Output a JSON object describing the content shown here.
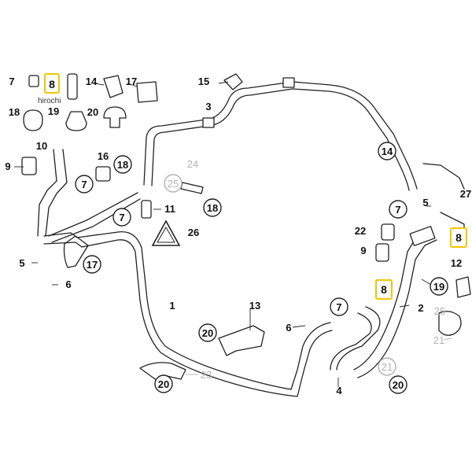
{
  "watermark": "hirochi",
  "colors": {
    "highlight": "#f5c400",
    "line": "#222222",
    "gray": "#b3b3b3"
  },
  "callouts": [
    {
      "id": "c1",
      "text": "1",
      "style": "plain"
    },
    {
      "id": "c2",
      "text": "2",
      "style": "plain"
    },
    {
      "id": "c3",
      "text": "3",
      "style": "plain"
    },
    {
      "id": "c4",
      "text": "4",
      "style": "plain"
    },
    {
      "id": "c5a",
      "text": "5",
      "style": "plain"
    },
    {
      "id": "c5b",
      "text": "5",
      "style": "plain"
    },
    {
      "id": "c6a",
      "text": "6",
      "style": "plain"
    },
    {
      "id": "c6b",
      "text": "6",
      "style": "plain"
    },
    {
      "id": "c7a",
      "text": "7",
      "style": "plain"
    },
    {
      "id": "c7b",
      "text": "7",
      "style": "circle"
    },
    {
      "id": "c7c",
      "text": "7",
      "style": "circle"
    },
    {
      "id": "c7d",
      "text": "7",
      "style": "circle"
    },
    {
      "id": "c7e",
      "text": "7",
      "style": "circle"
    },
    {
      "id": "c8a",
      "text": "8",
      "style": "highlight"
    },
    {
      "id": "c8b",
      "text": "8",
      "style": "highlight"
    },
    {
      "id": "c8c",
      "text": "8",
      "style": "highlight"
    },
    {
      "id": "c9a",
      "text": "9",
      "style": "plain"
    },
    {
      "id": "c9b",
      "text": "9",
      "style": "plain"
    },
    {
      "id": "c10",
      "text": "10",
      "style": "plain"
    },
    {
      "id": "c11",
      "text": "11",
      "style": "plain"
    },
    {
      "id": "c12",
      "text": "12",
      "style": "plain"
    },
    {
      "id": "c13",
      "text": "13",
      "style": "plain"
    },
    {
      "id": "c14a",
      "text": "14",
      "style": "plain"
    },
    {
      "id": "c14b",
      "text": "14",
      "style": "circle"
    },
    {
      "id": "c15",
      "text": "15",
      "style": "plain"
    },
    {
      "id": "c16",
      "text": "16",
      "style": "plain"
    },
    {
      "id": "c17a",
      "text": "17",
      "style": "plain"
    },
    {
      "id": "c17b",
      "text": "17",
      "style": "circle"
    },
    {
      "id": "c18a",
      "text": "18",
      "style": "plain"
    },
    {
      "id": "c18b",
      "text": "18",
      "style": "circle"
    },
    {
      "id": "c18c",
      "text": "18",
      "style": "circle"
    },
    {
      "id": "c19a",
      "text": "19",
      "style": "plain"
    },
    {
      "id": "c19b",
      "text": "19",
      "style": "circle"
    },
    {
      "id": "c20a",
      "text": "20",
      "style": "plain"
    },
    {
      "id": "c20b",
      "text": "20",
      "style": "circle"
    },
    {
      "id": "c20c",
      "text": "20",
      "style": "circle"
    },
    {
      "id": "c20d",
      "text": "20",
      "style": "circle"
    },
    {
      "id": "c21a",
      "text": "21",
      "style": "gray-plain"
    },
    {
      "id": "c21b",
      "text": "21",
      "style": "gray-circle"
    },
    {
      "id": "c22",
      "text": "22",
      "style": "plain"
    },
    {
      "id": "c23",
      "text": "23",
      "style": "gray-plain"
    },
    {
      "id": "c24",
      "text": "24",
      "style": "gray-plain"
    },
    {
      "id": "c25a",
      "text": "25",
      "style": "gray-circle"
    },
    {
      "id": "c25b",
      "text": "25",
      "style": "gray-plain"
    },
    {
      "id": "c26",
      "text": "26",
      "style": "plain"
    },
    {
      "id": "c27",
      "text": "27",
      "style": "plain"
    }
  ]
}
